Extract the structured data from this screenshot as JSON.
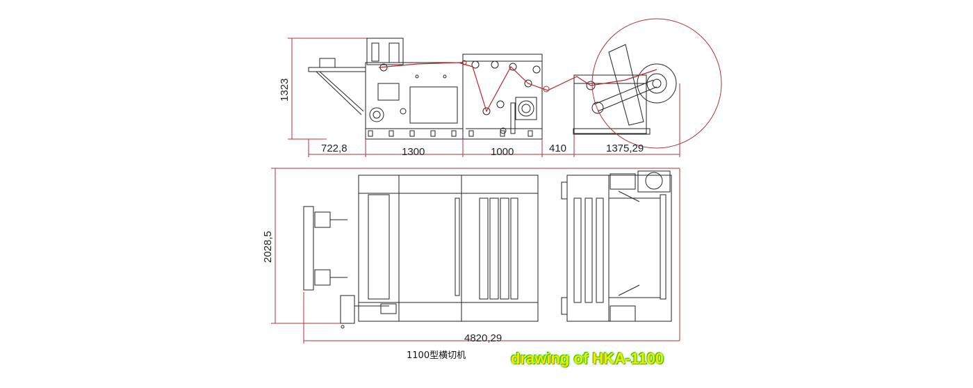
{
  "side_view": {
    "height_dim": "1323",
    "length_dims": [
      "722,8",
      "1300",
      "1000",
      "410",
      "1375,29"
    ]
  },
  "top_view": {
    "width_dim": "2028,5",
    "total_length_dim": "4820,29"
  },
  "captions": {
    "model": "1100型横切机",
    "title": "drawing of HKA-1100",
    "title_color": "#f4e800",
    "title_outline_color": "#44d400"
  },
  "colors": {
    "dimension_lines": "#b0303a",
    "machine_lines": "#222222",
    "web_path": "#c0202a"
  }
}
